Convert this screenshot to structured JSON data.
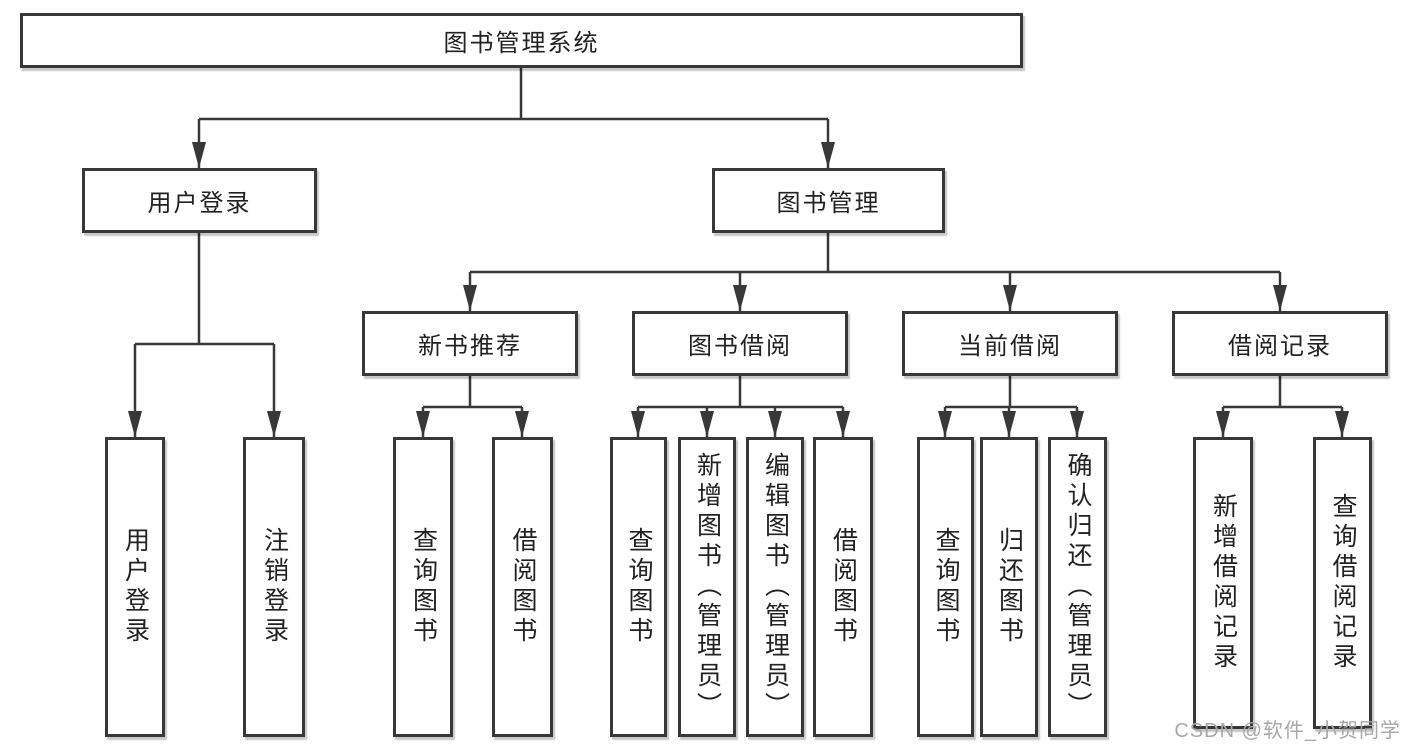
{
  "diagram": {
    "root": "图书管理系统",
    "level2": {
      "user_login": "用户登录",
      "book_management": "图书管理"
    },
    "level3": {
      "new_book_recommend": "新书推荐",
      "book_borrow": "图书借阅",
      "current_borrow": "当前借阅",
      "borrow_records": "借阅记录"
    },
    "leaves": {
      "user_login": "用户登录",
      "logout": "注销登录",
      "query_books_recommend": "查询图书",
      "borrow_books_recommend": "借阅图书",
      "query_books_borrow": "查询图书",
      "add_books_admin": "新增图书（管理员）",
      "edit_books_admin": "编辑图书（管理员）",
      "borrow_books_borrow": "借阅图书",
      "query_books_current": "查询图书",
      "return_books": "归还图书",
      "confirm_return_admin": "确认归还（管理员）",
      "add_borrow_record": "新增借阅记录",
      "query_borrow_record": "查询借阅记录"
    }
  },
  "watermark": "CSDN @软件_小贺同学",
  "colors": {
    "line": "#383838",
    "box_border": "#383838",
    "text": "#222222",
    "watermark": "#a8a8a8",
    "background": "#ffffff"
  }
}
